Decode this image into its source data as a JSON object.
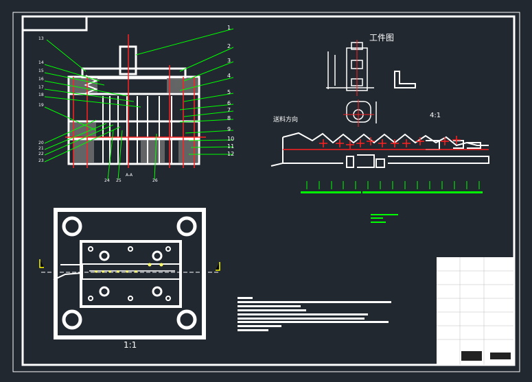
{
  "drawing": {
    "workpiece_title": "工件图",
    "feed_direction": "送料方向",
    "strip_scale": "4:1",
    "plan_scale": "1:1",
    "section_label": "A-A",
    "callouts_right": [
      "1",
      "2",
      "3",
      "4",
      "5",
      "6",
      "7",
      "8",
      "9",
      "10",
      "11",
      "12"
    ],
    "callouts_left": [
      "13",
      "14",
      "15",
      "16",
      "17",
      "18",
      "19",
      "20",
      "21",
      "22",
      "23"
    ],
    "callouts_bottom": [
      "24",
      "25",
      "26"
    ]
  },
  "colors": {
    "background": "#212830",
    "lines": "#ffffff",
    "leaders": "#00ff00",
    "centerlines": "#ff2020"
  }
}
